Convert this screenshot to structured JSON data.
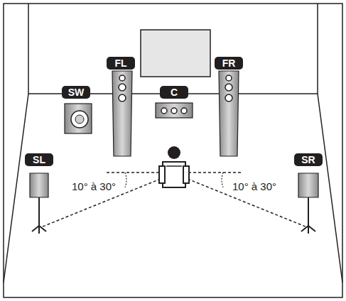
{
  "diagram": {
    "nodes": [
      {
        "text": [
          "FL"
        ]
      },
      {
        "text": [
          "FR"
        ]
      },
      {
        "text": [
          "SW"
        ]
      },
      {
        "text": [
          "C"
        ]
      },
      {
        "text": [
          "SL"
        ]
      },
      {
        "text": [
          "SR"
        ]
      }
    ],
    "labels": [
      "10° à 30°",
      "10° à 30°"
    ]
  }
}
